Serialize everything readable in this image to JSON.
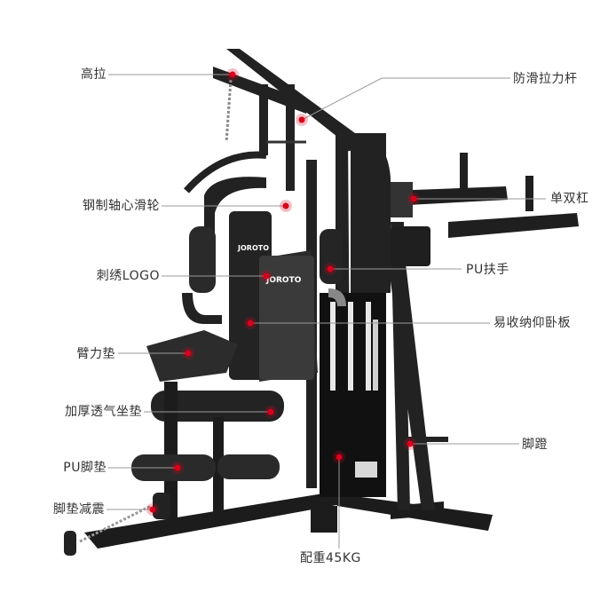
{
  "logo_text": "JOROTO",
  "marker_color": "#d9001b",
  "line_color": "#9a9a9a",
  "labels": {
    "gao_la": "高拉",
    "fang_hua": "防滑拉力杆",
    "gang_zhi": "钢制轴心滑轮",
    "dan_shuang": "单双杠",
    "ci_xiu": "刺绣LOGO",
    "pu_fu": "PU扶手",
    "yi_shou": "易收纳仰卧板",
    "bi_li": "臂力垫",
    "jia_hou": "加厚透气坐垫",
    "jiao_deng": "脚蹬",
    "pu_jiao": "PU脚垫",
    "jiao_dian": "脚垫减震",
    "pei_zhong": "配重45KG"
  }
}
